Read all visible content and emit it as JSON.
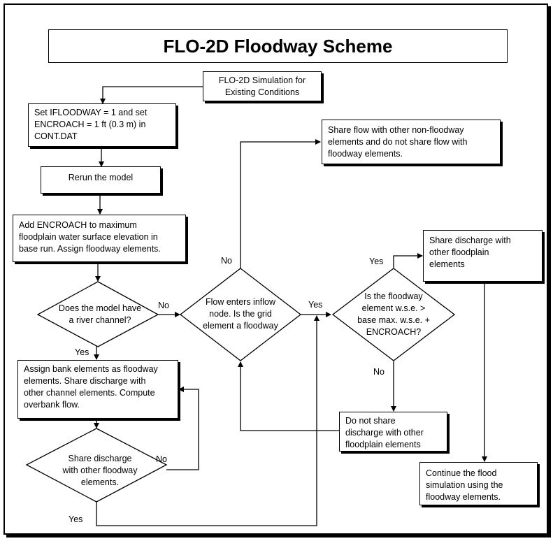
{
  "title": "FLO-2D Floodway Scheme",
  "boxes": {
    "simulation": "FLO-2D Simulation for\nExisting Conditions",
    "set_ifloodway": "Set IFLOODWAY = 1 and set\nENCROACH = 1 ft (0.3 m) in\nCONT.DAT",
    "rerun": "Rerun the model",
    "add_encroach": "Add ENCROACH to maximum\nfloodplain water surface elevation in\nbase run.  Assign floodway elements.",
    "assign_bank": "Assign bank elements as floodway\nelements.  Share discharge with\nother channel elements. Compute\noverbank flow.",
    "share_flow": "Share flow with other non-floodway\nelements and do not share flow with\nfloodway elements.",
    "share_discharge_floodplain": "Share discharge with\nother floodplain\nelements",
    "do_not_share": "Do not share\ndischarge with other\nfloodplain elements",
    "continue": "Continue the flood\nsimulation using the\nfloodway elements."
  },
  "decisions": {
    "river_channel": "Does the model have\na river channel?",
    "flow_enters": "Flow enters inflow\nnode.  Is the grid\nelement a floodway",
    "wse": "Is the floodway\nelement w.s.e. >\nbase max. w.s.e. +\nENCROACH?",
    "share_floodway": "Share discharge\nwith other floodway\nelements."
  },
  "labels": {
    "no_river": "No",
    "yes_river": "Yes",
    "no_flow": "No",
    "yes_flow": "Yes",
    "yes_wse": "Yes",
    "no_wse": "No",
    "no_share": "No",
    "yes_share": "Yes"
  }
}
